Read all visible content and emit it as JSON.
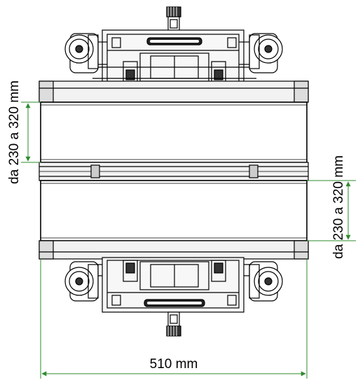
{
  "dimensions": {
    "width_label": "510 mm",
    "left_range_label": "da 230 a 320 mm",
    "right_range_label": "da 230 a 320 mm"
  },
  "colors": {
    "line": "#000000",
    "dimension": "#2e8b2e",
    "background": "#ffffff",
    "belt_fill": "#ffffff",
    "frame_fill": "#f2f2f2"
  },
  "icons": {
    "motor": "motor-icon",
    "wheel": "caster-wheel-icon"
  }
}
